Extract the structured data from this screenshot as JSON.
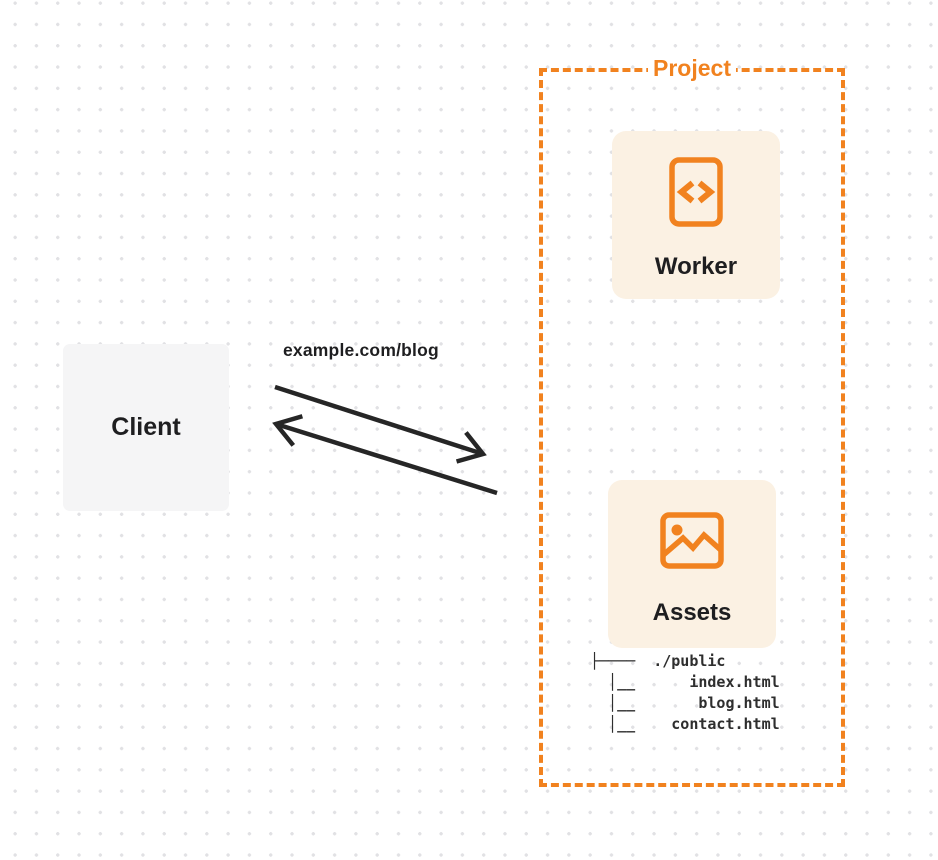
{
  "client": {
    "label": "Client"
  },
  "request": {
    "url": "example.com/blog"
  },
  "project": {
    "label": "Project",
    "worker": {
      "label": "Worker",
      "icon": "code-file-icon"
    },
    "assets": {
      "label": "Assets",
      "icon": "image-icon",
      "tree_lines": [
        "├────  ./public",
        "  │__      index.html",
        "  │__       blog.html",
        "  │__    contact.html"
      ]
    }
  },
  "arrows": {
    "request_direction": "client-to-project",
    "response_direction": "project-to-client"
  },
  "colors": {
    "accent_orange": "#F1821F",
    "card_bg": "#FBF1E3",
    "client_bg": "#F5F5F6",
    "text_dark": "#1E1E20",
    "arrow": "#262626",
    "dot": "#E1E1E4",
    "tree_text": "#2E2E2E"
  }
}
